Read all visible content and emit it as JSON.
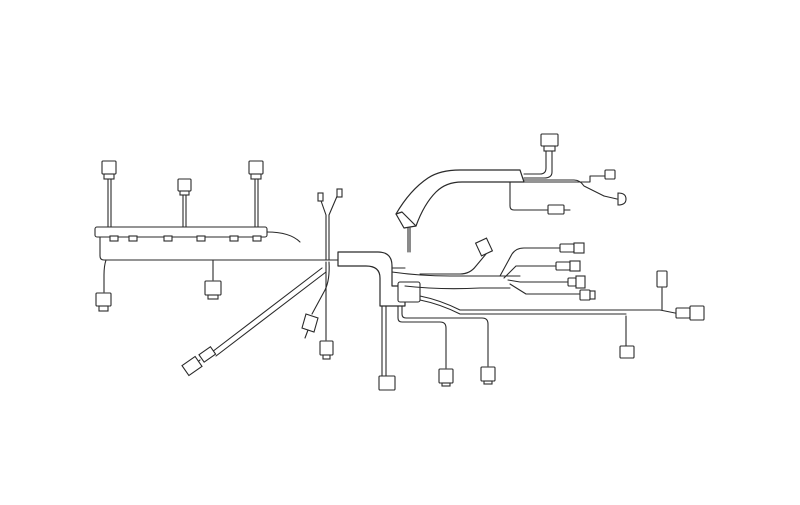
{
  "diagram": {
    "kind": "wiring-harness-line-drawing",
    "colors": {
      "line": "#2a2a2a",
      "background": "#ffffff"
    },
    "connectors": [
      "injector-connector-1",
      "injector-connector-2",
      "injector-connector-3",
      "rail-plug-1",
      "rail-plug-2",
      "rail-plug-3",
      "rail-plug-4",
      "rail-plug-5",
      "rail-plug-6",
      "left-drop-connector",
      "mid-drop-connector",
      "sensor-pigtail-top",
      "temp-sensor",
      "inline-plug-left",
      "lower-drop-connector",
      "center-lower-connector",
      "bottom-connector-1",
      "bottom-connector-2",
      "top-right-connector",
      "right-round-plug",
      "right-inline-plug",
      "branch-connector-1",
      "branch-connector-2",
      "branch-connector-3",
      "branch-connector-4",
      "angled-connector",
      "far-right-connector",
      "far-right-drop-connector",
      "far-right-top-plug"
    ]
  }
}
